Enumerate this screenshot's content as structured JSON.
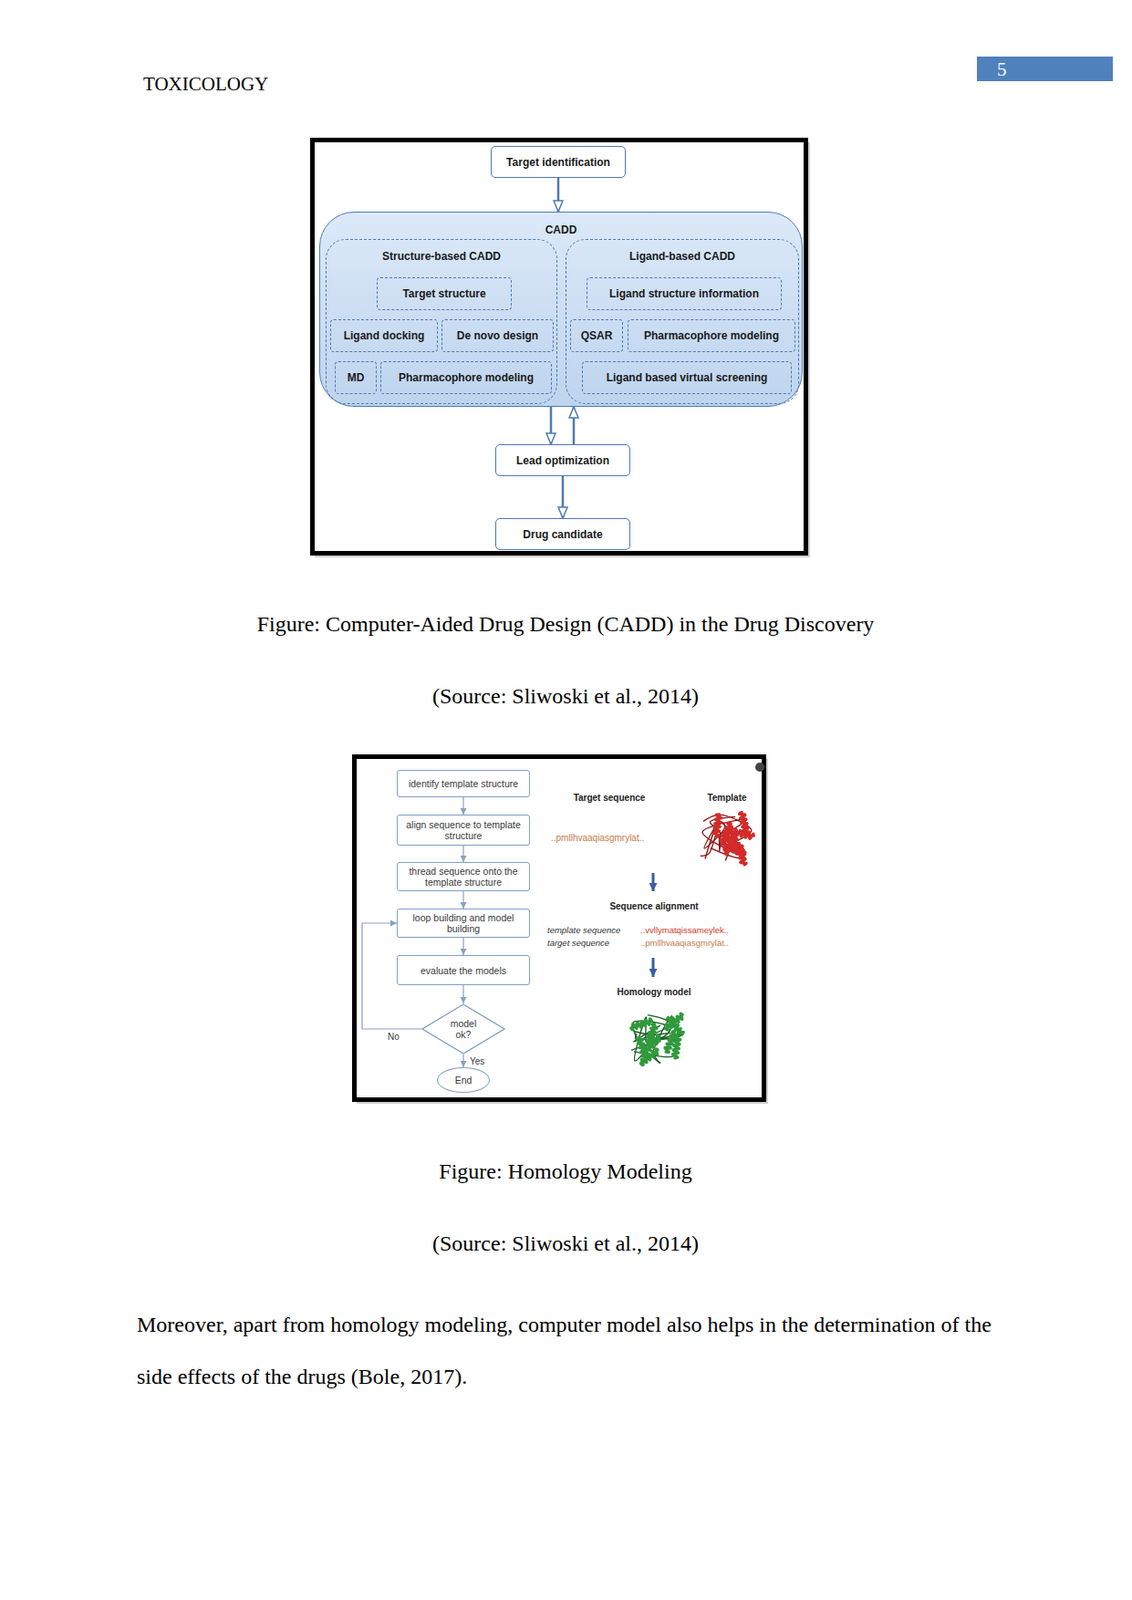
{
  "diagram": {
    "nodes": [
      {
        "text": [
          "Target identification"
        ]
      },
      {
        "text": [
          "CADD"
        ]
      },
      {
        "text": [
          "Structure-based CADD"
        ],
        "in": 1
      },
      {
        "text": [
          "Target structure"
        ],
        "in": 2
      },
      {
        "text": [
          "Ligand docking"
        ],
        "in": 2
      },
      {
        "text": [
          "De novo design"
        ],
        "in": 2
      },
      {
        "text": [
          "MD"
        ],
        "in": 2
      },
      {
        "text": [
          "Pharmacophore modeling"
        ],
        "in": 2
      },
      {
        "text": [
          "Ligand-based CADD"
        ],
        "in": 1
      },
      {
        "text": [
          "Ligand structure information"
        ],
        "in": 8
      },
      {
        "text": [
          "QSAR"
        ],
        "in": 8
      },
      {
        "text": [
          "Pharmacophore modeling"
        ],
        "in": 8
      },
      {
        "text": [
          "Ligand based virtual screening"
        ],
        "in": 8
      },
      {
        "text": [
          "Lead optimization"
        ]
      },
      {
        "text": [
          "Drug candidate"
        ]
      },
      {
        "text": [
          "identify template structure"
        ]
      },
      {
        "text": [
          "align sequence to template structure"
        ]
      },
      {
        "text": [
          "thread sequence onto the template structure"
        ]
      },
      {
        "text": [
          "loop building and model building"
        ]
      },
      {
        "text": [
          "evaluate the models"
        ]
      },
      {
        "text": [
          "model ok?"
        ]
      },
      {
        "text": [
          "End"
        ]
      }
    ],
    "edges": [
      {
        "from": 0,
        "to": 1,
        "arrow": "to"
      },
      {
        "from": 1,
        "to": 13,
        "arrow": "to"
      },
      {
        "from": 13,
        "to": 1,
        "arrow": "to"
      },
      {
        "from": 13,
        "to": 14,
        "arrow": "to"
      },
      {
        "from": 15,
        "to": 16,
        "arrow": "to"
      },
      {
        "from": 16,
        "to": 17,
        "arrow": "to"
      },
      {
        "from": 17,
        "to": 18,
        "arrow": "to"
      },
      {
        "from": 18,
        "to": 19,
        "arrow": "to"
      },
      {
        "from": 19,
        "to": 20,
        "arrow": "to"
      },
      {
        "from": 20,
        "to": 18,
        "label": "No",
        "arrow": "to"
      },
      {
        "from": 20,
        "to": 21,
        "label": "Yes",
        "arrow": "to"
      }
    ],
    "labels": [
      "TOXICOLOGY",
      "5",
      "Figure: Computer-Aided Drug Design (CADD) in the Drug Discovery",
      "(Source: Sliwoski et al., 2014)",
      "Target sequence",
      "Template",
      "..pmllhvaaqiasgmrylat..",
      "Sequence alignment",
      "template sequence",
      "..vvllymatqissameylek..",
      "target sequence",
      "..pmllhvaaqiasgmrylat..",
      "Homology model",
      "Figure: Homology Modeling",
      "(Source: Sliwoski et al., 2014)",
      "Moreover, apart from homology modeling, computer model also helps in the determination of the side effects of the drugs (Bole, 2017)."
    ]
  }
}
